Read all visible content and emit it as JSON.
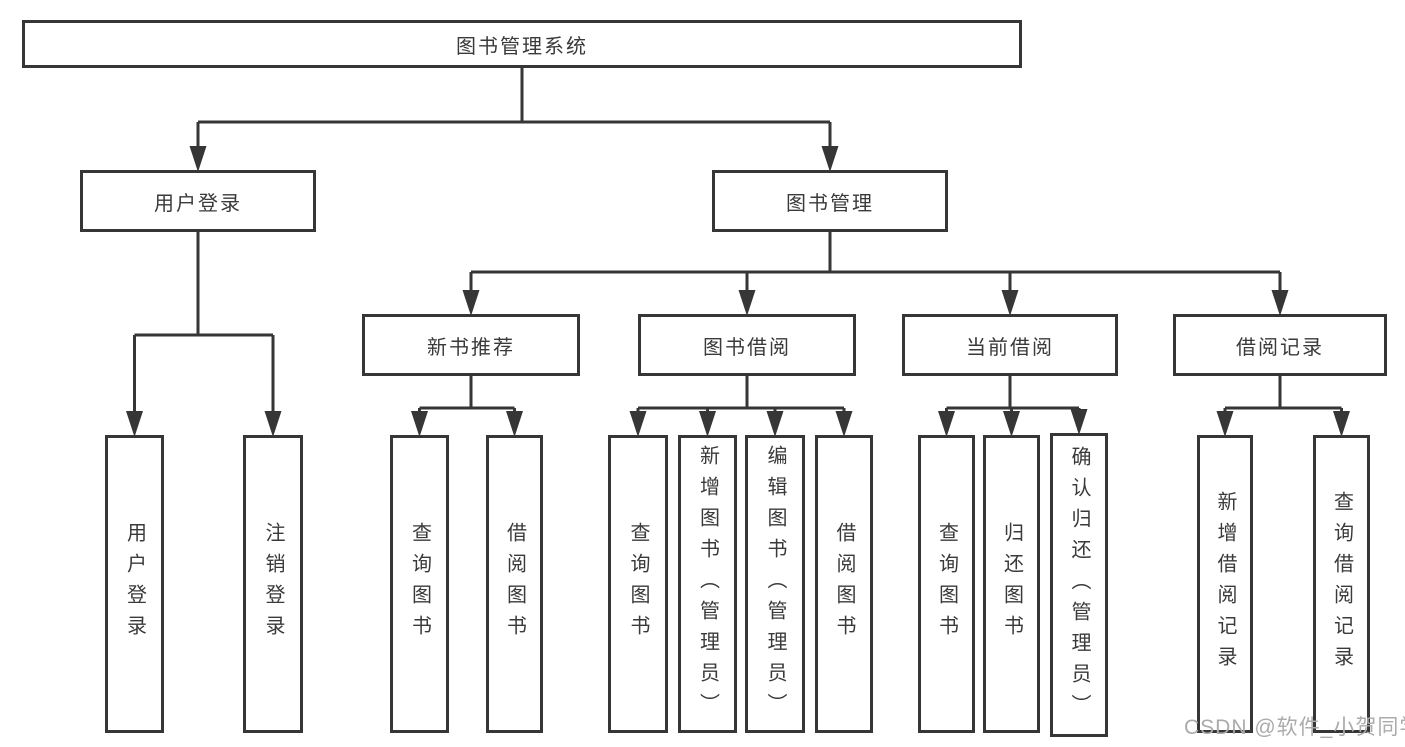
{
  "diagram_type": "hierarchy-tree",
  "tree": {
    "label": "图书管理系统",
    "children": [
      {
        "label": "用户登录",
        "children": [
          {
            "label": "用户登录"
          },
          {
            "label": "注销登录"
          }
        ]
      },
      {
        "label": "图书管理",
        "children": [
          {
            "label": "新书推荐",
            "children": [
              {
                "label": "查询图书"
              },
              {
                "label": "借阅图书"
              }
            ]
          },
          {
            "label": "图书借阅",
            "children": [
              {
                "label": "查询图书"
              },
              {
                "label": "新增图书（管理员）"
              },
              {
                "label": "编辑图书（管理员）"
              },
              {
                "label": "借阅图书"
              }
            ]
          },
          {
            "label": "当前借阅",
            "children": [
              {
                "label": "查询图书"
              },
              {
                "label": "归还图书"
              },
              {
                "label": "确认归还（管理员）"
              }
            ]
          },
          {
            "label": "借阅记录",
            "children": [
              {
                "label": "新增借阅记录"
              },
              {
                "label": "查询借阅记录"
              }
            ]
          }
        ]
      }
    ]
  },
  "watermark": {
    "text": "CSDN @软件_小贺同学"
  },
  "colors": {
    "line": "#363636",
    "box_border": "#363636",
    "text": "#3a3a3a",
    "watermark": "#ababab",
    "background": "#ffffff"
  }
}
